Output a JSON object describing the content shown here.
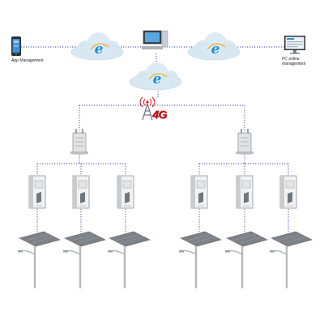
{
  "labels": {
    "app_management": "App Management",
    "pc_online_line1": "PC online",
    "pc_online_line2": "management",
    "network_4g": "4G"
  },
  "colors": {
    "link_line": "#3a3aa0",
    "cloud": "#d7e8f3",
    "ie_logo": "#1c8fd6",
    "badge": "#d8141c",
    "device_body": "#dfe3e6",
    "pole": "#b7b9bb",
    "panel": "#7d8288"
  },
  "topology": {
    "top_row": [
      "phone-icon",
      "cloud-ie-icon",
      "computer-icon",
      "cloud-ie-icon",
      "monitor-icon"
    ],
    "hub": [
      "cloud-ie-icon",
      "antenna-4g-icon"
    ],
    "branches": [
      {
        "gateway": "concentrator-icon",
        "controllers": 3,
        "street_lights": 3
      },
      {
        "gateway": "concentrator-icon",
        "controllers": 3,
        "street_lights": 3
      }
    ]
  }
}
